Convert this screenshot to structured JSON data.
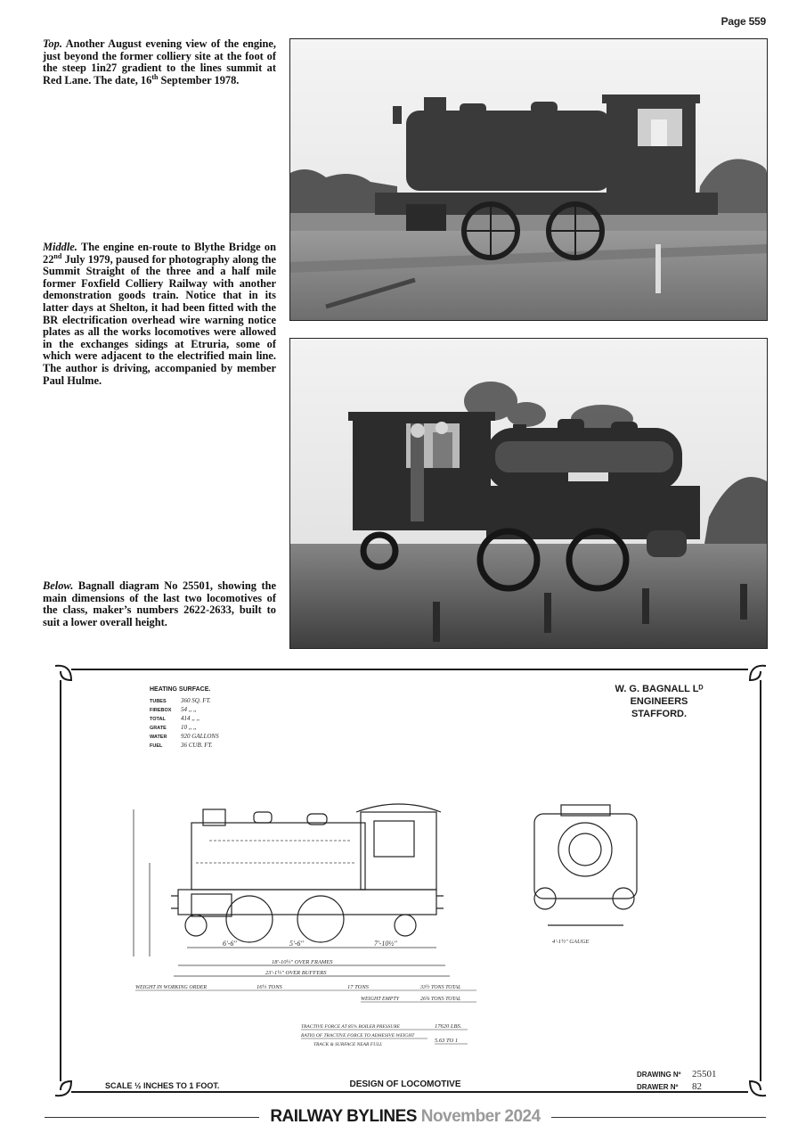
{
  "page": {
    "number": "Page 559"
  },
  "captions": {
    "top": {
      "lead": "Top.",
      "text1": " Another August evening view of the engine, just beyond the former colliery site at the foot of the steep 1in27 gradient to the lines summit at Red Lane. The date, 16",
      "sup": "th",
      "text2": " September 1978."
    },
    "middle": {
      "lead": "Middle.",
      "text1": " The engine en-route to Blythe Bridge on 22",
      "sup": "nd",
      "text2": " July 1979, paused for photography along the Summit Straight of the three and a half mile former Foxfield Colliery Railway with another demonstration goods train. Notice that in its latter days at Shelton, it had been fitted with the BR electrification overhead wire warning notice plates as all the works locomotives were allowed in the exchanges sidings at Etruria, some of which were adjacent to the electrified main line. The author is driving, accompanied by member Paul Hulme."
    },
    "below": {
      "lead": "Below.",
      "text": " Bagnall diagram No 25501, showing the main dimensions of the last two locomotives of the class, maker’s numbers 2622-2633, built to suit a lower overall height."
    }
  },
  "diagram": {
    "maker_line1": "W. G. BAGNALL Lᴰ",
    "maker_line2": "ENGINEERS",
    "maker_line3": "STAFFORD.",
    "heating_title": "HEATING SURFACE.",
    "heating_rows": [
      {
        "label": "TUBES",
        "value": "360 SQ. FT."
      },
      {
        "label": "FIREBOX",
        "value": "54  ,,  ,,"
      },
      {
        "label": "TOTAL",
        "value": "414  ,,  ,,"
      },
      {
        "label": "GRATE",
        "value": "10  ,,  ,,"
      },
      {
        "label": "WATER",
        "value": "920 GALLONS"
      },
      {
        "label": "FUEL",
        "value": "36 CUB. FT."
      }
    ],
    "dim_wheelbase_a": "6'-6\"",
    "dim_wheelbase_b": "5'-6\"",
    "dim_rear": "7'-10½\"",
    "dim_over_frames": "18'-10½\" OVER FRAMES",
    "dim_over_buffers": "23'-1½\" OVER BUFFERS",
    "dim_width": "4'-1½\" GAUGE",
    "weight_label": "WEIGHT IN WORKING ORDER",
    "weight_a": "16½ TONS",
    "weight_b": "17 TONS",
    "weight_total": "33½ TONS TOTAL",
    "weight_empty_label": "WEIGHT EMPTY",
    "weight_empty": "26¾ TONS TOTAL",
    "tractive_line1": "TRACTIVE FORCE AT 85% BOILER PRESSURE",
    "tractive_value": "17620 LBS.",
    "tractive_line2": "RATIO OF TRACTIVE FORCE TO ADHESIVE WEIGHT",
    "tractive_line3": "TRACK & SURFACE NEAR FULL",
    "ratio_value": "5.63 TO 1",
    "scale": "SCALE ½ INCHES TO 1 FOOT.",
    "design_title": "DESIGN OF LOCOMOTIVE",
    "drawing_label": "DRAWING Nº",
    "drawing_no": "25501",
    "drawer_label": "DRAWER Nº",
    "drawer_no": "82"
  },
  "footer": {
    "magazine": "RAILWAY BYLINES",
    "issue": " November 2024"
  }
}
